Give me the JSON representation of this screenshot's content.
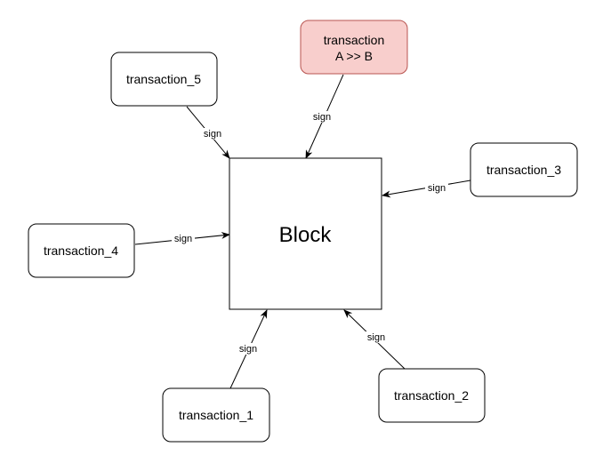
{
  "block": {
    "label": "Block"
  },
  "transactions": {
    "t1": {
      "label": "transaction_1"
    },
    "t2": {
      "label": "transaction_2"
    },
    "t3": {
      "label": "transaction_3"
    },
    "t4": {
      "label": "transaction_4"
    },
    "t5": {
      "label": "transaction_5"
    },
    "tab": {
      "line1": "transaction",
      "line2": "A >> B"
    }
  },
  "edge_label": "sign",
  "colors": {
    "highlight_fill": "#f8cecc",
    "highlight_stroke": "#b85450",
    "stroke": "#000000",
    "background": "#ffffff"
  }
}
